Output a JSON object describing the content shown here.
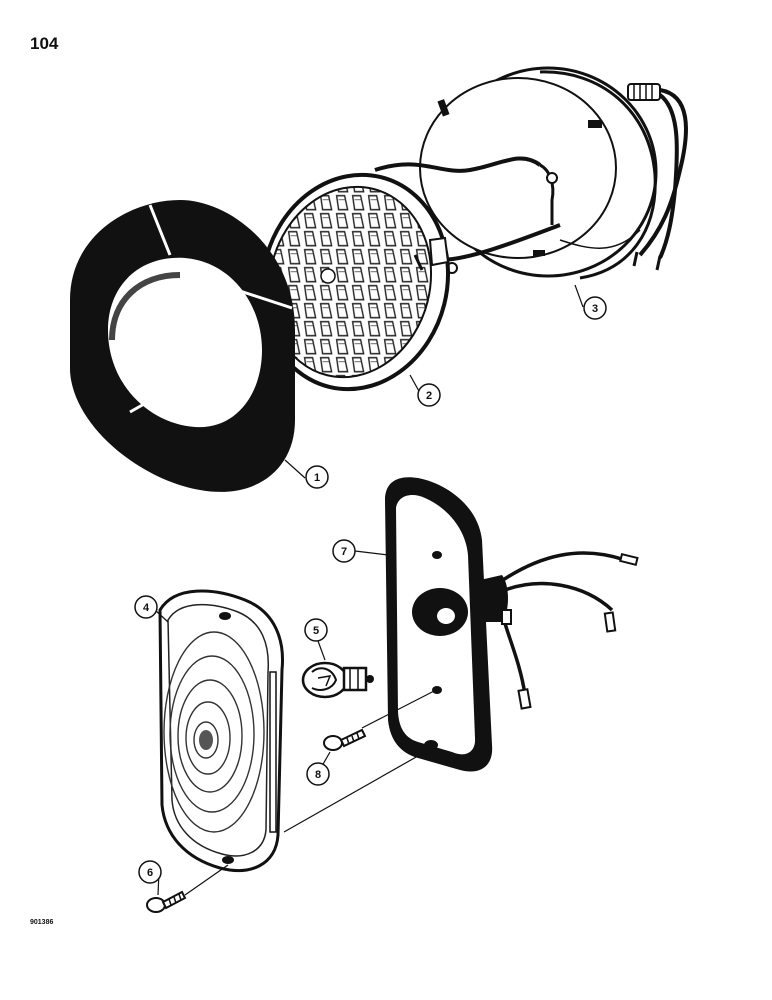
{
  "page_number": "104",
  "drawing_code": "901386",
  "callouts": [
    "1",
    "2",
    "3",
    "4",
    "5",
    "6",
    "7",
    "8"
  ],
  "colors": {
    "ink": "#111111",
    "paper": "#ffffff",
    "shade": "#6e6e6e"
  }
}
